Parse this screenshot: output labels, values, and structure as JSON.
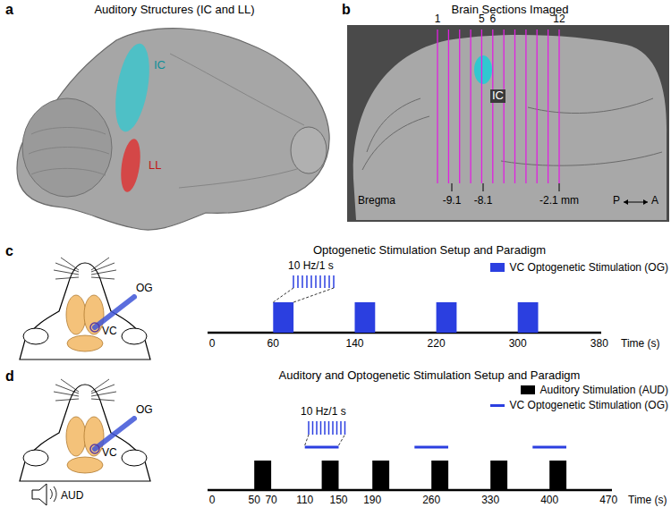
{
  "diagram": {
    "labels": [
      "a",
      "Auditory Structures (IC and LL)",
      "IC",
      "LL",
      "b",
      "Brain Sections Imaged",
      "1",
      "5",
      "6",
      "12",
      "IC",
      "Bregma",
      "-9.1",
      "-8.1",
      "-2.1 mm",
      "P",
      "A",
      "c",
      "Optogenetic Stimulation Setup and Paradigm",
      "OG",
      "VC",
      "10 Hz/1 s",
      "0",
      "60",
      "140",
      "220",
      "300",
      "380",
      "Time (s)",
      "d",
      "Auditory and Optogenetic Stimulation Setup and Paradigm",
      "OG",
      "VC",
      "AUD",
      "10 Hz/1 s",
      "0",
      "50",
      "70",
      "110",
      "150",
      "190",
      "260",
      "330",
      "400",
      "470",
      "Time (s)"
    ],
    "legend": [
      {
        "text": "VC Optogenetic Stimulation (OG)",
        "color": "#2b3fe0"
      },
      {
        "text": "Auditory Stimulation (AUD)",
        "color": "#000000"
      },
      {
        "text": "VC Optogenetic Stimulation (OG)",
        "color": "#2b3fe0"
      }
    ]
  }
}
